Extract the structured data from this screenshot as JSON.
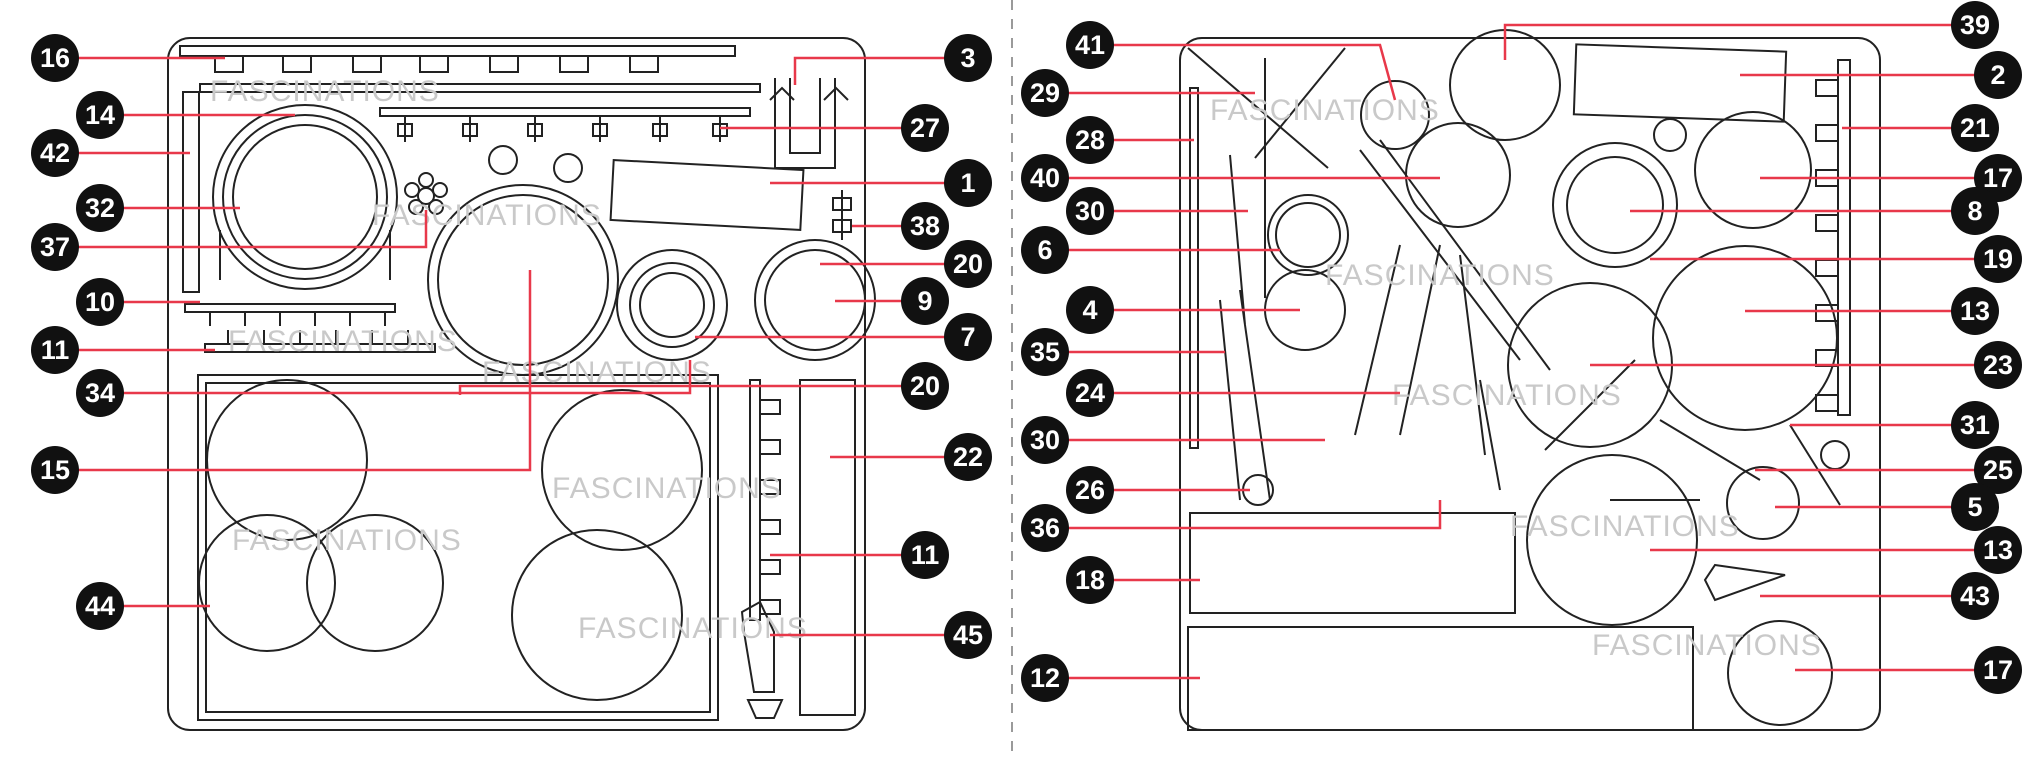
{
  "watermark": "FASCINATIONS",
  "colors": {
    "leader": "#e8384a",
    "part_outline": "#222222",
    "badge": "#111111",
    "badge_text": "#ffffff",
    "watermark": "#c9c9c9",
    "divider": "#9a9a9a"
  },
  "left_sheet": {
    "callouts": [
      {
        "num": "16"
      },
      {
        "num": "14"
      },
      {
        "num": "42"
      },
      {
        "num": "32"
      },
      {
        "num": "37"
      },
      {
        "num": "10"
      },
      {
        "num": "11"
      },
      {
        "num": "34"
      },
      {
        "num": "15"
      },
      {
        "num": "44"
      },
      {
        "num": "3"
      },
      {
        "num": "27"
      },
      {
        "num": "1"
      },
      {
        "num": "38"
      },
      {
        "num": "20"
      },
      {
        "num": "9"
      },
      {
        "num": "7"
      },
      {
        "num": "20"
      },
      {
        "num": "22"
      },
      {
        "num": "11"
      },
      {
        "num": "45"
      }
    ]
  },
  "right_sheet": {
    "callouts": [
      {
        "num": "41"
      },
      {
        "num": "29"
      },
      {
        "num": "28"
      },
      {
        "num": "40"
      },
      {
        "num": "30"
      },
      {
        "num": "6"
      },
      {
        "num": "4"
      },
      {
        "num": "35"
      },
      {
        "num": "24"
      },
      {
        "num": "30"
      },
      {
        "num": "26"
      },
      {
        "num": "36"
      },
      {
        "num": "18"
      },
      {
        "num": "12"
      },
      {
        "num": "39"
      },
      {
        "num": "2"
      },
      {
        "num": "21"
      },
      {
        "num": "17"
      },
      {
        "num": "8"
      },
      {
        "num": "19"
      },
      {
        "num": "13"
      },
      {
        "num": "23"
      },
      {
        "num": "31"
      },
      {
        "num": "25"
      },
      {
        "num": "5"
      },
      {
        "num": "13"
      },
      {
        "num": "43"
      },
      {
        "num": "17"
      }
    ]
  }
}
